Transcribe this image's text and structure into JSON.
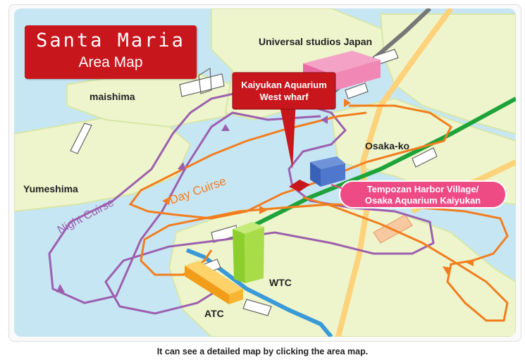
{
  "title": {
    "line1": "Santa Maria",
    "line2": "Area Map"
  },
  "places": {
    "usj": "Universal studios Japan",
    "maishima": "maishima",
    "yumeshima": "Yumeshima",
    "osaka_ko": "Osaka-ko",
    "wtc": "WTC",
    "atc": "ATC"
  },
  "callouts": {
    "kaiyukan_line1": "Kaiyukan Aquarium",
    "kaiyukan_line2": "West wharf",
    "tempozan_line1": "Tempozan Harbor Village/",
    "tempozan_line2": "Osaka Aquarium Kaiyukan"
  },
  "routes": {
    "day": "Day Cuirse",
    "night": "Night Cuirse"
  },
  "caption": "It can see a detailed map by clicking the area map.",
  "colors": {
    "sea": "#c7e6f4",
    "land": "#eef5cc",
    "day_route": "#f27d1e",
    "night_route": "#9c5fae",
    "rail_green": "#1ea33a",
    "rail_gray": "#777777",
    "rail_blue": "#3a9ad8",
    "road": "#fdd27a",
    "accent_red": "#c8161d",
    "callout_pink": "#ee4a84"
  }
}
